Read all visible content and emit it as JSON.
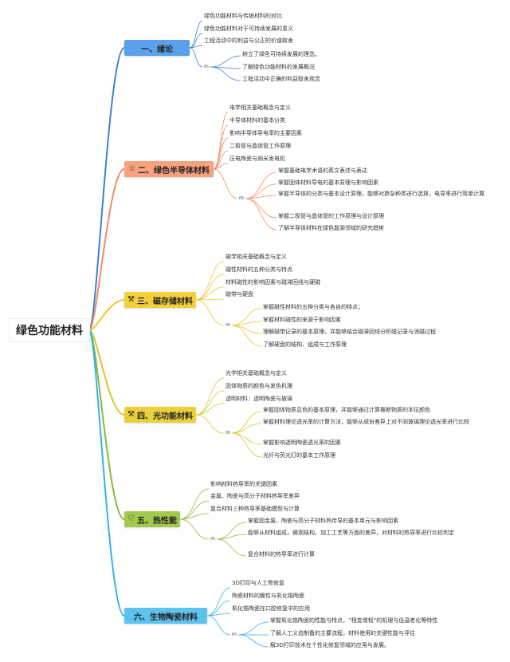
{
  "colors": {
    "b1": "#3f7fd6",
    "b2": "#f08b68",
    "b3": "#f0c430",
    "b4": "#d6c62c",
    "b5": "#8cb83c",
    "b6": "#35b2e6",
    "fill1": "#5aa0ea",
    "fill2": "#f6a27f",
    "fill3": "#f3cf3a",
    "fill4": "#ead13c",
    "fill5": "#a2c84c",
    "fill6": "#5cc2ee"
  },
  "root": {
    "label": "绿色功能材料"
  },
  "marker": "m",
  "branches": [
    {
      "label": "一、绪论",
      "icon": "",
      "items": [
        "绿色功能材料与传统材料的对比",
        "绿色功能材料对于可持续发展的意义",
        "工程活动中的利益与公正的价值取舍"
      ],
      "sub": [
        "树立了绿色可持续发展的理念。",
        "了解绿色功能材料的发展概况",
        "工程活动中正确的利益取舍观念"
      ]
    },
    {
      "label": "二、绿色半导体材料",
      "icon": "star-icon",
      "items": [
        "电学相关基础概念与定义",
        "半导体材料的基本分类",
        "影响半导体导电率的主要因素",
        "二极管与晶体管工作原理",
        "压电陶瓷与纳米发电机"
      ],
      "sub": [
        "掌握基础电学术语的英文表述与表达",
        "掌握固体材料导电的基本原理与影响因素",
        "掌握半导体的分类与基本设计原理，能够对掺杂种类进行选择，电导率进行简单计算",
        "掌握二极管与晶体管的工作原理与设计原理",
        "了解半导体材料在绿色能源领域的研究趋势"
      ]
    },
    {
      "label": "三、磁存储材料",
      "icon": "tools-icon",
      "items": [
        "磁学相关基础概念与定义",
        "磁性材料的五种分类与特点",
        "材料磁性的影响因素与磁滞回线与硬磁",
        "磁带与硬盘"
      ],
      "sub": [
        "掌握磁性材料的五种分类与各自的特点；",
        "掌握材料磁性的来源于影响因素",
        "理解磁带记录的基本原理，并能够结合磁滞回线分析磁记录与消磁过程",
        "了解硬盘的结构、组成与工作原理"
      ]
    },
    {
      "label": "四、光功能材料",
      "icon": "tools-icon",
      "items": [
        "光学相关基础概念与定义",
        "固体物质的颜色与发色机理",
        "透明材料：透明陶瓷与玻璃"
      ],
      "sub": [
        "掌握固体物质显色的基本原理，并能够通过计算推断物质的本征颜色",
        "掌握材料理论透光率的计算方法，能够从成份差异上对不同玻璃理论透光率进行比较",
        "掌握影响透明陶瓷透光率的因素",
        "光纤与荧光灯的基本工作原理"
      ]
    },
    {
      "label": "五、热性能",
      "icon": "heart-icon",
      "items": [
        "影响材料热导率的关键因素",
        "金属、陶瓷与高分子材料热导率差异",
        "复合材料三种热导率基础模型与计算"
      ],
      "sub": [
        "掌握固金属、陶瓷与高分子材料热传导的基本单元与影响因素",
        "能够从材料组成，微观结构，加工工艺等方面的差异，对材料的热导率进行比较判定",
        "复合材料的热导率进行计算"
      ]
    },
    {
      "label": "六、生物陶瓷材料",
      "icon": "",
      "items": [
        "3D打印与人工骨修复",
        "陶瓷材料的脆性与氧化锆陶瓷",
        "氧化锆陶瓷在口腔修复中的应用"
      ],
      "sub": [
        "掌握氧化锆陶瓷的性能与特点，“相变增韧”的机理与低温老化等特性",
        "了解人工义齿制备的主要流程，材料使用的关键性能与评估",
        "解3D打印技术在个性化修复领域的应用与发展。"
      ]
    }
  ]
}
